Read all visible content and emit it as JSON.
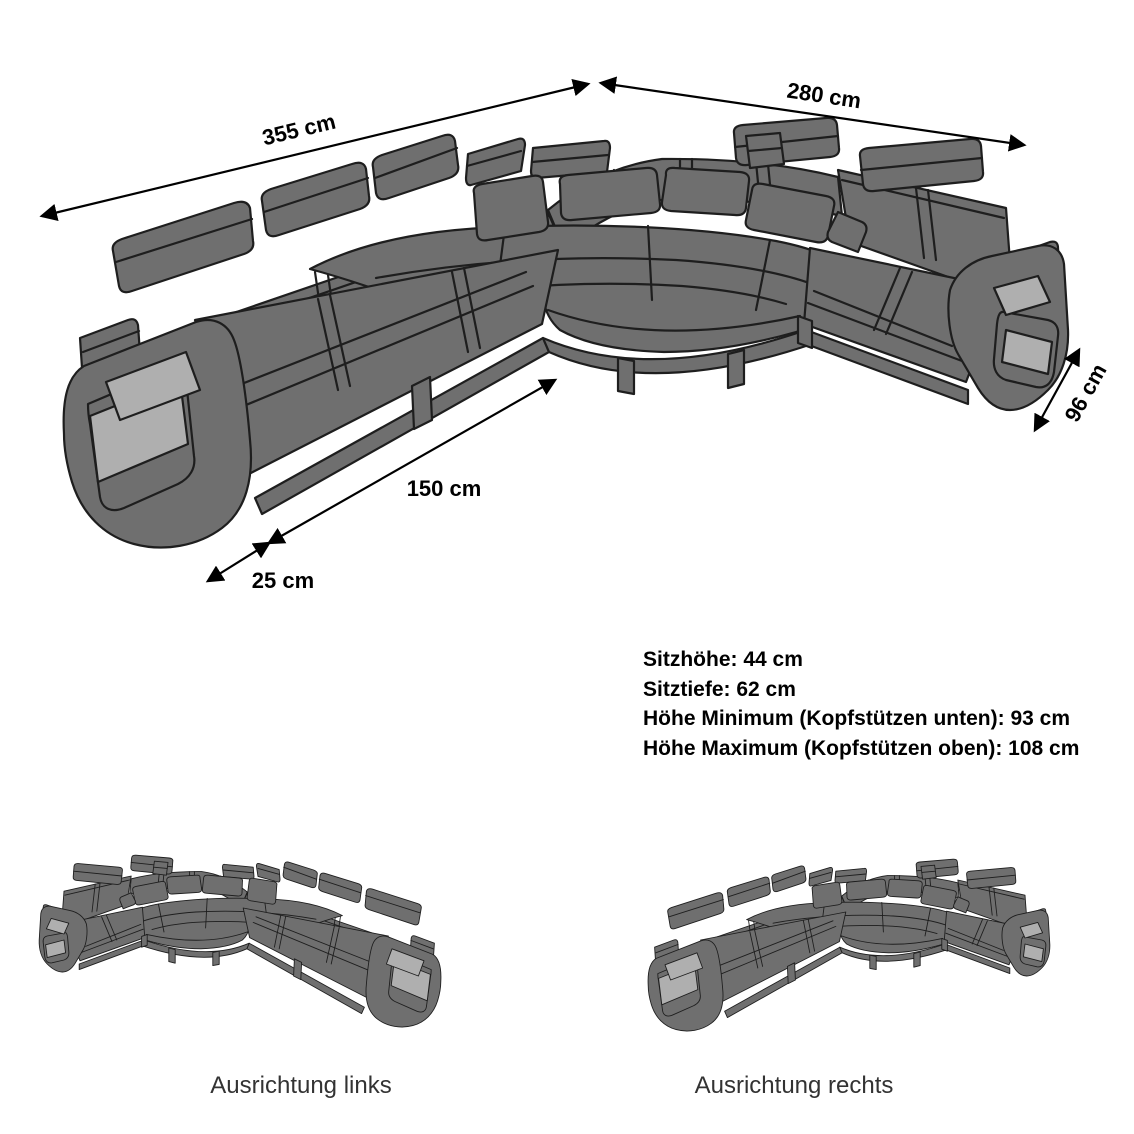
{
  "diagram": {
    "title_hidden": "",
    "dimensions": {
      "back_left": "355 cm",
      "back_right": "280 cm",
      "depth": "96 cm",
      "front_length": "150 cm",
      "armrest": "25 cm"
    },
    "specs": [
      "Sitzhöhe: 44 cm",
      "Sitztiefe: 62 cm",
      "Höhe Minimum (Kopfstützen unten): 93 cm",
      "Höhe Maximum (Kopfstützen oben): 108 cm"
    ],
    "orientations": {
      "left_label": "Ausrichtung links",
      "right_label": "Ausrichtung rechts"
    },
    "colors": {
      "sofa_body": "#6F6F6F",
      "sofa_light_panel": "#AFAFAF",
      "outline": "#1E1E1E",
      "arrow": "#000000"
    }
  }
}
